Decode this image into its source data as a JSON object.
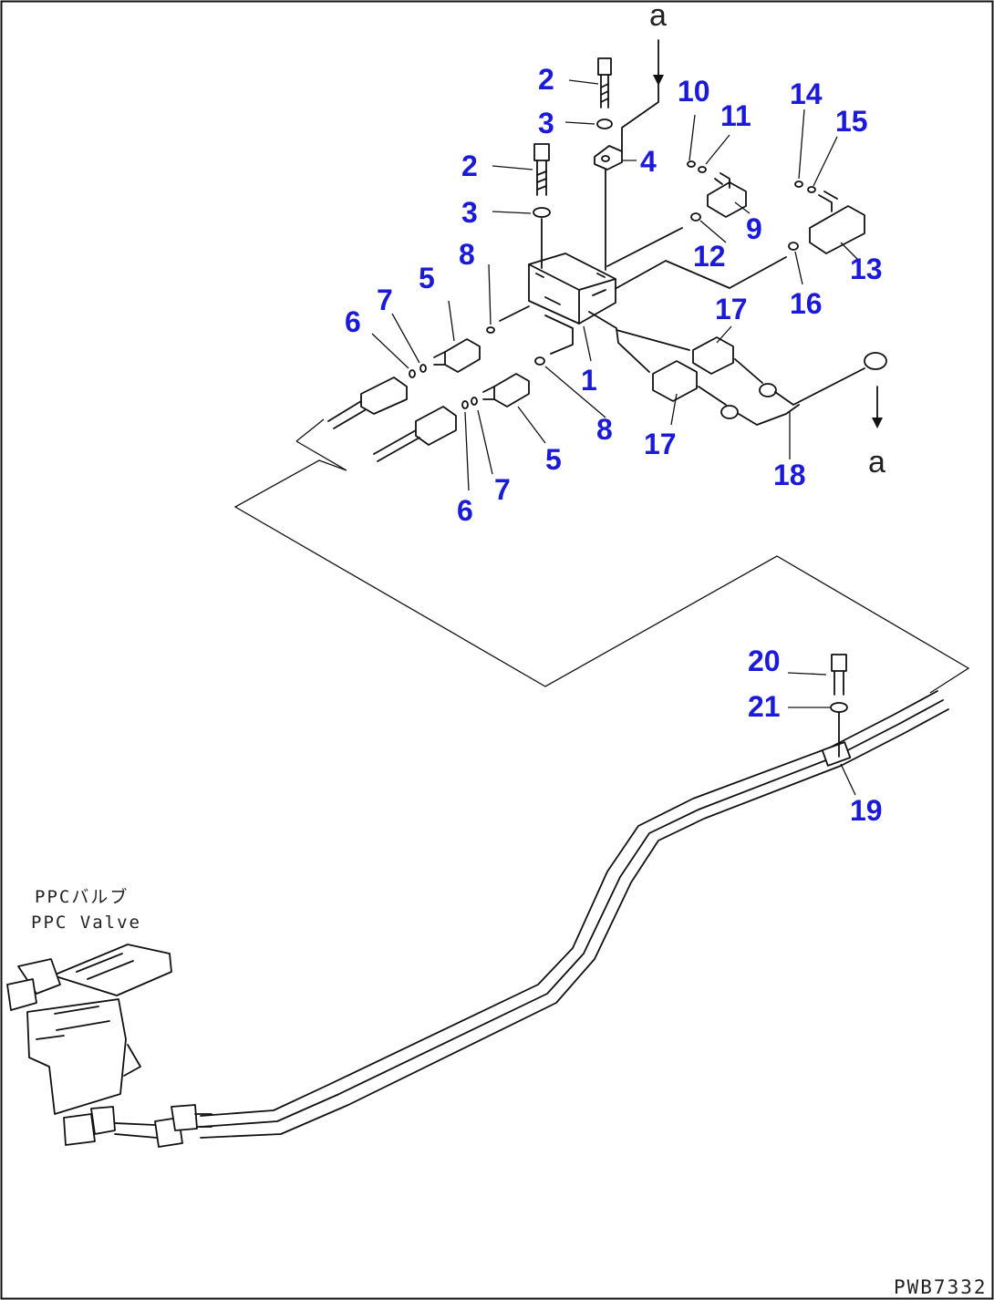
{
  "labels": {
    "c1": "1",
    "c2a": "2",
    "c2b": "2",
    "c3a": "3",
    "c3b": "3",
    "c4": "4",
    "c5a": "5",
    "c5b": "5",
    "c6a": "6",
    "c6b": "6",
    "c7a": "7",
    "c7b": "7",
    "c8a": "8",
    "c8b": "8",
    "c9": "9",
    "c10": "10",
    "c11": "11",
    "c12": "12",
    "c13": "13",
    "c14": "14",
    "c15": "15",
    "c16": "16",
    "c17a": "17",
    "c17b": "17",
    "c18": "18",
    "c19": "19",
    "c20": "20",
    "c21": "21"
  },
  "ref_a_top": "a",
  "ref_a_right": "a",
  "valve_caption_jp": "PPCバルブ",
  "valve_caption_en": "PPC Valve",
  "drawing_code": "PWB7332",
  "colors": {
    "callout": "#1a1ad8",
    "line": "#111111"
  }
}
